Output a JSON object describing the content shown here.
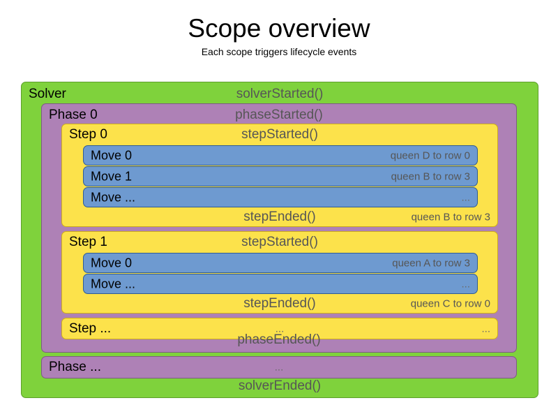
{
  "heading": {
    "title": "Scope overview",
    "subtitle": "Each scope triggers lifecycle events"
  },
  "colors": {
    "solver": "#7FD23C",
    "phase": "#AE81B6",
    "step": "#FCE24B",
    "move": "#6E9AD0",
    "event_text": "#565656",
    "label_text": "#000000",
    "background": "#ffffff"
  },
  "solver": {
    "label": "Solver",
    "started_event": "solverStarted()",
    "ended_event": "solverEnded()",
    "phases": [
      {
        "label": "Phase 0",
        "started_event": "phaseStarted()",
        "ended_event": "phaseEnded()",
        "steps": [
          {
            "label": "Step 0",
            "started_event": "stepStarted()",
            "ended_event": "stepEnded()",
            "ended_detail": "queen B to row 3",
            "moves": [
              {
                "label": "Move 0",
                "detail": "queen D to row 0"
              },
              {
                "label": "Move 1",
                "detail": "queen B to row 3"
              },
              {
                "label": "Move ...",
                "detail": "..."
              }
            ]
          },
          {
            "label": "Step 1",
            "started_event": "stepStarted()",
            "ended_event": "stepEnded()",
            "ended_detail": "queen C to row 0",
            "moves": [
              {
                "label": "Move 0",
                "detail": "queen A to row 3"
              },
              {
                "label": "Move ...",
                "detail": "..."
              }
            ]
          }
        ],
        "step_ellipsis": {
          "label": "Step ...",
          "center": "...",
          "right": "..."
        }
      }
    ],
    "phase_ellipsis": {
      "label": "Phase ...",
      "center": "..."
    }
  }
}
